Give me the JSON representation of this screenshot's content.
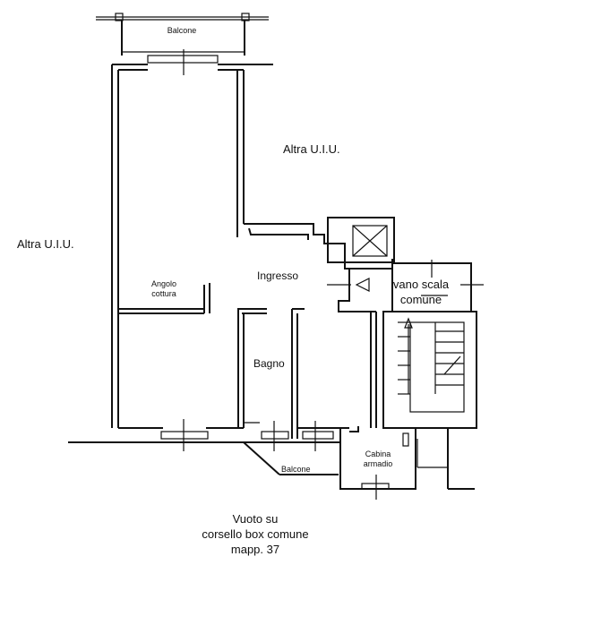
{
  "labels": {
    "balcone_top": "Balcone",
    "altra_uiu_right": "Altra U.I.U.",
    "altra_uiu_left": "Altra U.I.U.",
    "angolo_cottura_line1": "Angolo",
    "angolo_cottura_line2": "cottura",
    "ingresso": "Ingresso",
    "vano_scala_line1": "vano scala",
    "vano_scala_line2": "comune",
    "bagno": "Bagno",
    "cabina_armadio_line1": "Cabina",
    "cabina_armadio_line2": "armadio",
    "balcone_bottom": "Balcone",
    "vuoto_line1": "Vuoto su",
    "vuoto_line2": "corsello box comune",
    "vuoto_line3": "mapp. 37"
  },
  "colors": {
    "ink": "#111111",
    "paper": "#ffffff"
  }
}
